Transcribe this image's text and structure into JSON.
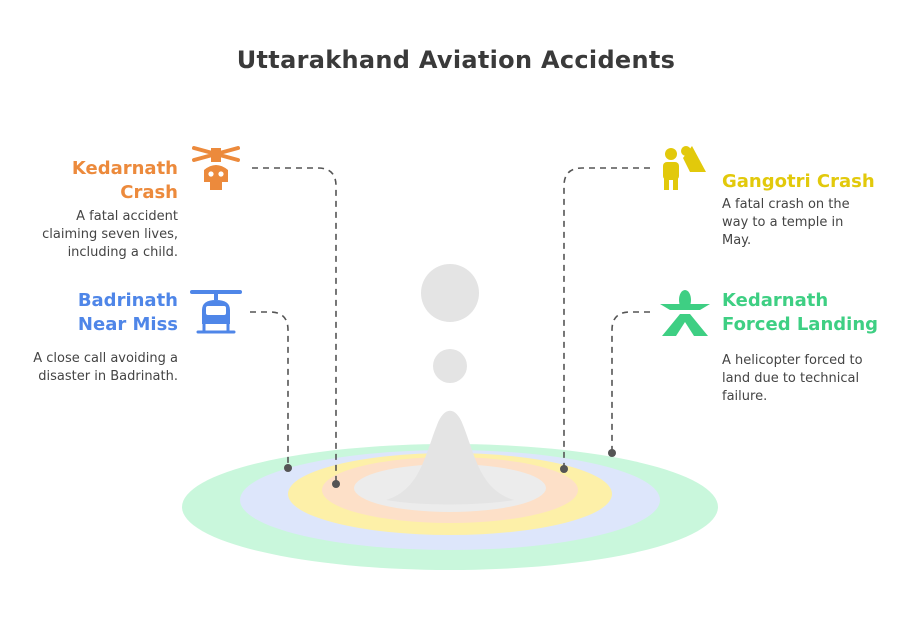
{
  "title": "Uttarakhand Aviation Accidents",
  "colors": {
    "kedarnath_crash": "#ec8a3c",
    "badrinath": "#4f86e8",
    "gangotri": "#e2c90b",
    "forced_landing": "#3ecf83"
  },
  "events": {
    "kedarnath_crash": {
      "heading": "Kedarnath Crash",
      "description": "A fatal accident claiming seven lives, including a child.",
      "icon": "skull-helicopter-icon"
    },
    "badrinath_near_miss": {
      "heading": "Badrinath Near Miss",
      "description": "A close call avoiding a disaster in Badrinath.",
      "icon": "helicopter-icon"
    },
    "gangotri_crash": {
      "heading": "Gangotri Crash",
      "description": "A fatal crash on the way to a temple in May.",
      "icon": "worker-crash-icon"
    },
    "kedarnath_forced_landing": {
      "heading": "Kedarnath Forced Landing",
      "description": "A helicopter forced to land due to technical failure.",
      "icon": "plane-landing-icon"
    }
  }
}
